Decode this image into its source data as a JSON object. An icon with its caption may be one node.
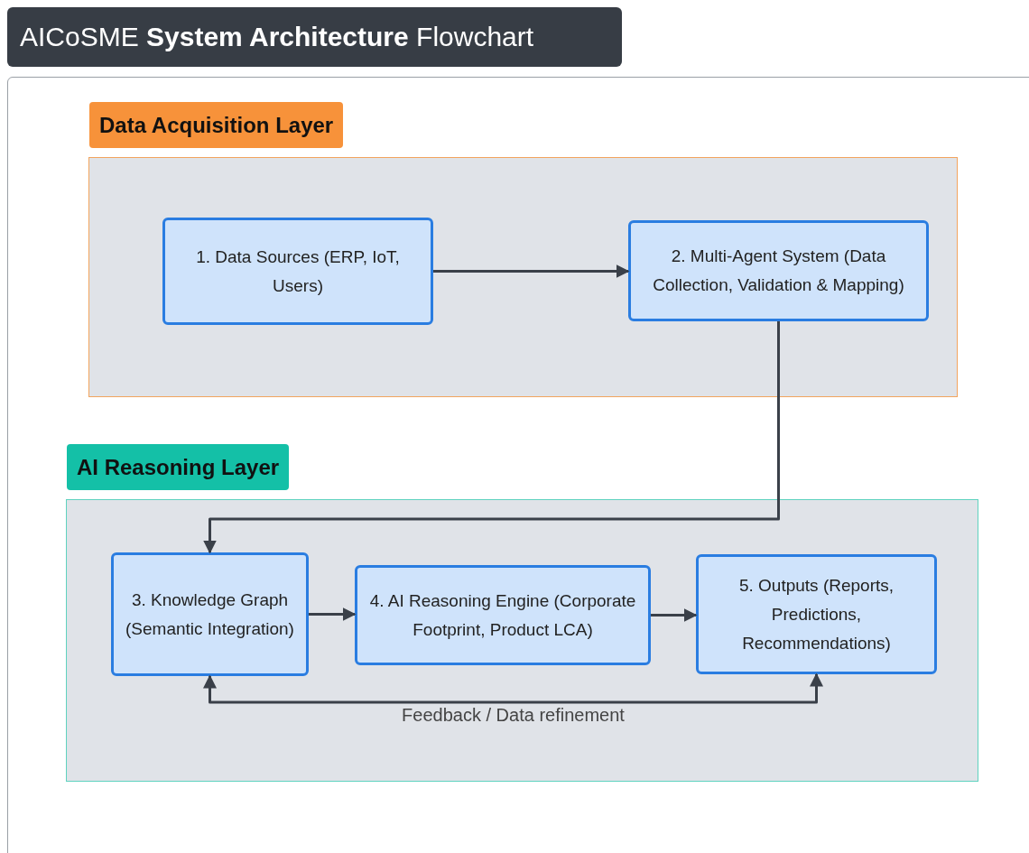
{
  "diagram": {
    "title": "AICoSME **System Architecture** Flowchart",
    "nodes": [
      {
        "text": [
          "Data Acquisition Layer"
        ]
      },
      {
        "text": [
          "1. Data Sources (ERP, IoT, Users)"
        ],
        "in": 0
      },
      {
        "text": [
          "2. Multi-Agent System (Data Collection, Validation & Mapping)"
        ],
        "in": 0
      },
      {
        "text": [
          "AI Reasoning Layer"
        ]
      },
      {
        "text": [
          "3. Knowledge Graph (Semantic Integration)"
        ],
        "in": 3
      },
      {
        "text": [
          "4. AI Reasoning Engine (Corporate Footprint, Product LCA)"
        ],
        "in": 3
      },
      {
        "text": [
          "5. Outputs (Reports, Predictions, Recommendations)"
        ],
        "in": 3
      }
    ],
    "edges": [
      {
        "from": 1,
        "to": 2,
        "arrow": "to"
      },
      {
        "from": 2,
        "to": 4,
        "arrow": "to"
      },
      {
        "from": 4,
        "to": 5,
        "arrow": "to"
      },
      {
        "from": 5,
        "to": 6,
        "arrow": "to"
      },
      {
        "from": 6,
        "to": 4,
        "arrow": "both",
        "label": "Feedback / Data refinement"
      }
    ]
  }
}
